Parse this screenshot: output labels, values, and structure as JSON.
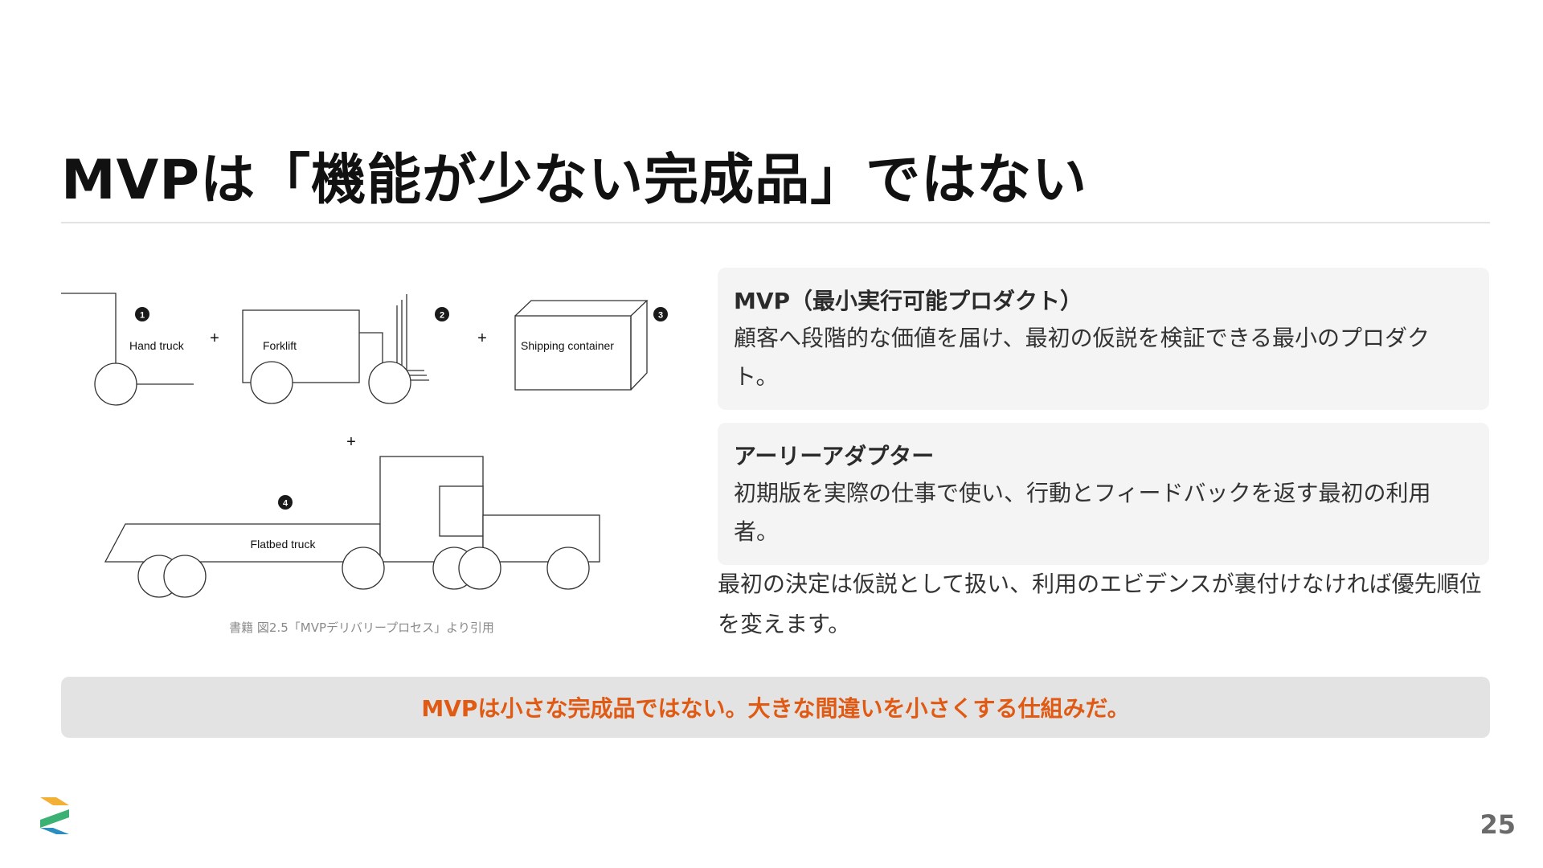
{
  "slide": {
    "title": "MVPは「機能が少ない完成品」ではない",
    "page_number": "25"
  },
  "figure": {
    "labels": {
      "hand_truck": "Hand truck",
      "forklift": "Forklift",
      "shipping_container": "Shipping container",
      "flatbed_truck": "Flatbed truck"
    },
    "step_numbers": [
      "1",
      "2",
      "3",
      "4"
    ],
    "plus": "+",
    "caption": "書籍 図2.5「MVPデリバリープロセス」より引用"
  },
  "cards": [
    {
      "heading": "MVP（最小実行可能プロダクト）",
      "body": "顧客へ段階的な価値を届け、最初の仮説を検証できる最小のプロダクト。"
    },
    {
      "heading": "アーリーアダプター",
      "body": "初期版を実際の仕事で使い、行動とフィードバックを返す最初の利用者。"
    }
  ],
  "note": "最初の決定は仮説として扱い、利用のエビデンスが裏付けなければ優先順位を変えます。",
  "banner": {
    "text": "MVPは小さな完成品ではない。大きな間違いを小さくする仕組みだ。"
  },
  "colors": {
    "accent": "#e05a14",
    "banner_bg": "#e3e3e3",
    "card_bg": "#f4f4f4",
    "logo_yellow": "#f2b134",
    "logo_green": "#3bb273",
    "logo_blue": "#2a8fbf"
  }
}
